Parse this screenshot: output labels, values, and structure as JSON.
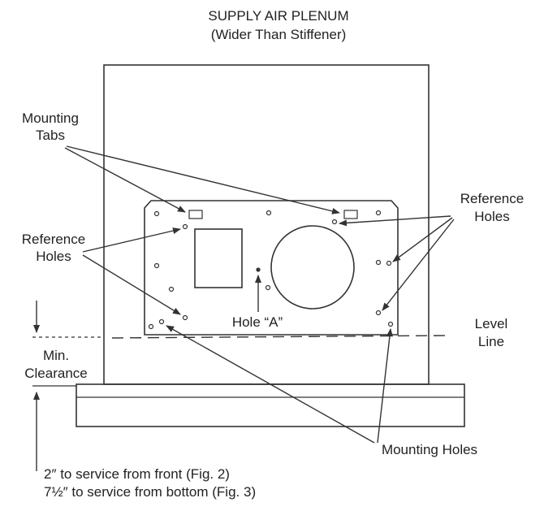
{
  "title": {
    "line1": "SUPPLY AIR PLENUM",
    "line2": "(Wider Than Stiffener)"
  },
  "labels": {
    "mounting_tabs_line1": "Mounting",
    "mounting_tabs_line2": "Tabs",
    "reference_holes_left_line1": "Reference",
    "reference_holes_left_line2": "Holes",
    "reference_holes_right_line1": "Reference",
    "reference_holes_right_line2": "Holes",
    "hole_a": "Hole “A”",
    "level_line_line1": "Level",
    "level_line_line2": "Line",
    "min_clearance_line1": "Min.",
    "min_clearance_line2": "Clearance",
    "mounting_holes": "Mounting Holes",
    "service_front": "2″ to service from front (Fig. 2)",
    "service_bottom": "7½″ to service from bottom (Fig. 3)"
  }
}
